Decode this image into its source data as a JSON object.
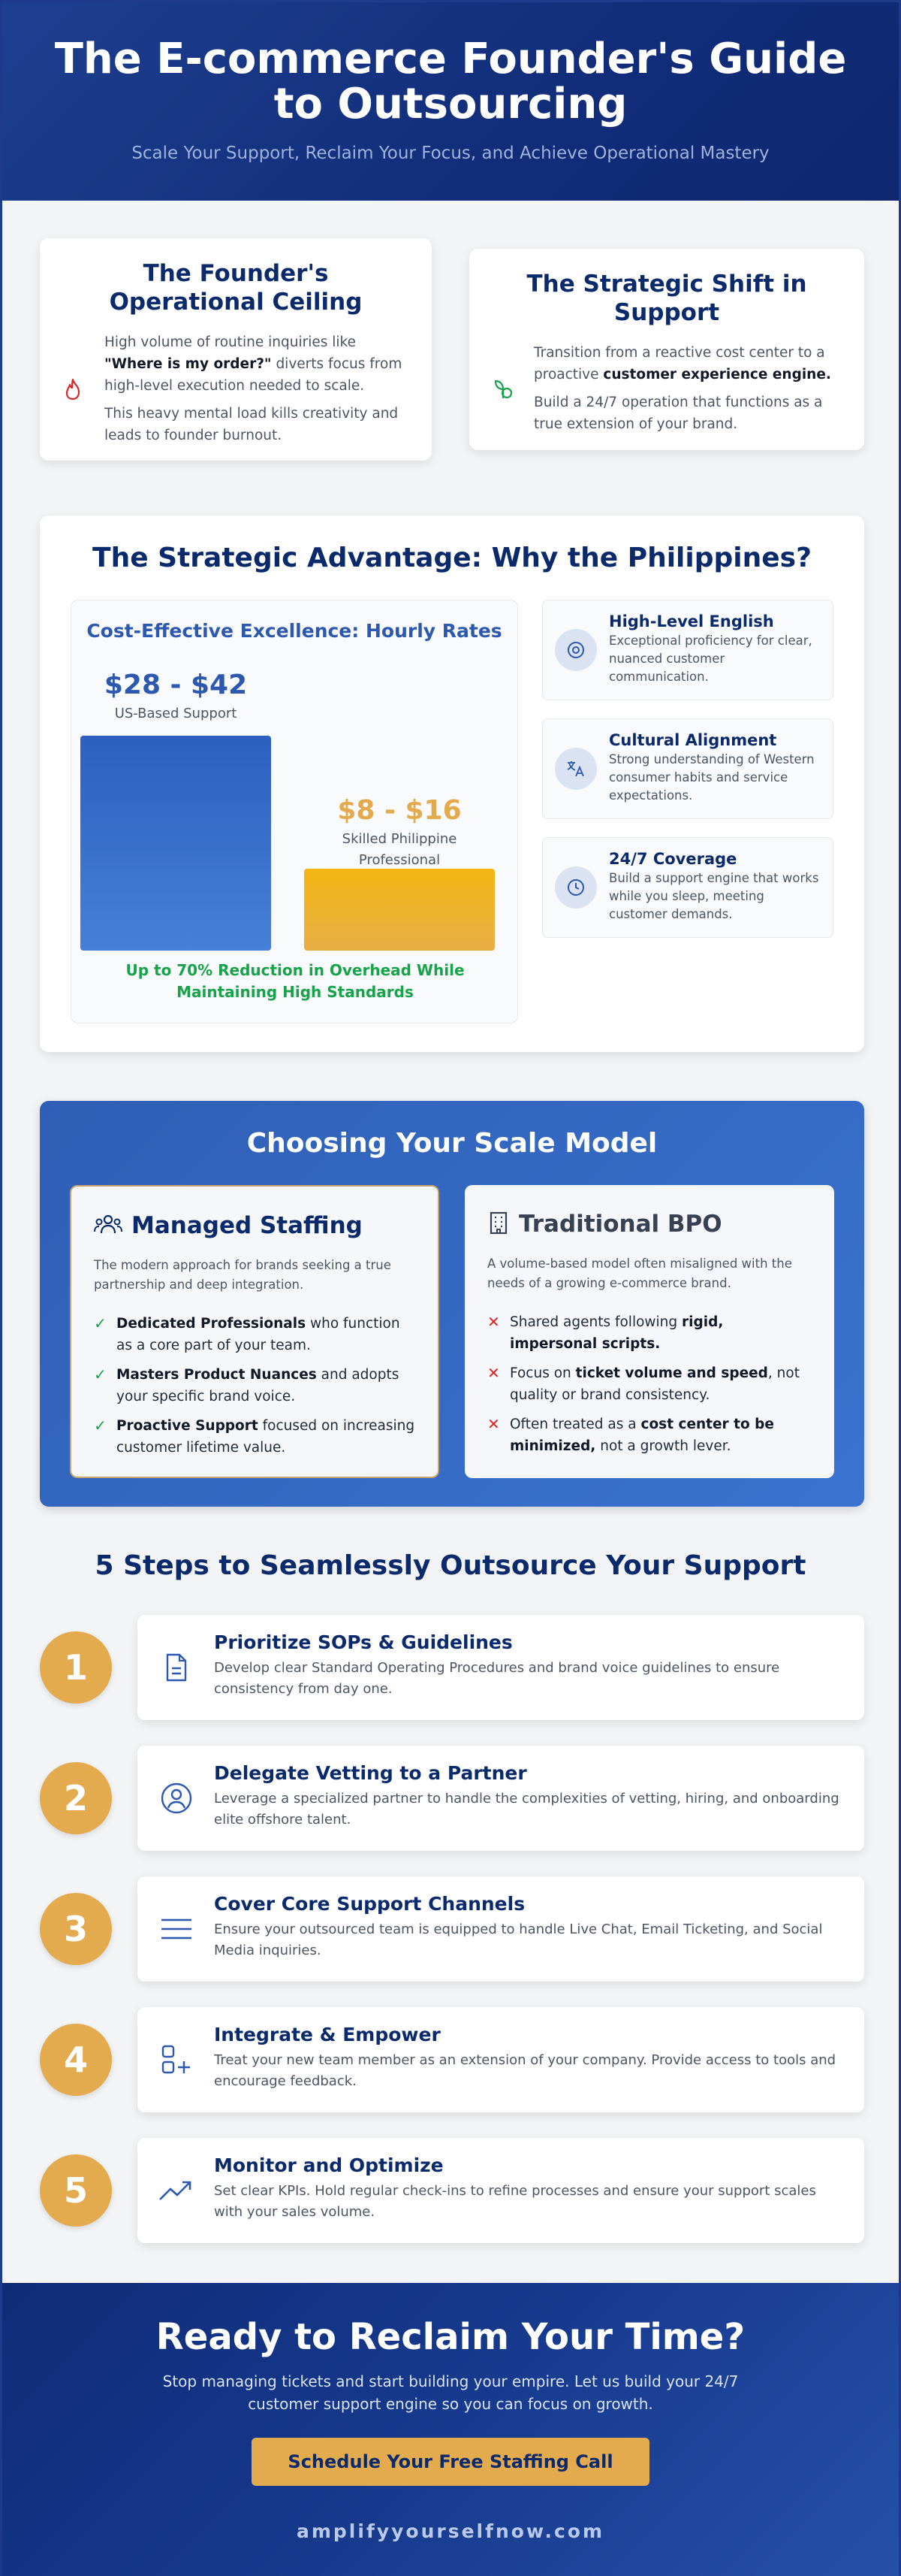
{
  "hero": {
    "title": "The E-commerce Founder's Guide to Outsourcing",
    "subtitle": "Scale Your Support, Reclaim Your Focus, and Achieve Operational Mastery"
  },
  "ceiling": {
    "title": "The Founder's Operational Ceiling",
    "p1_pre": "High volume of routine inquiries like ",
    "p1_bold": "\"Where is my order?\"",
    "p1_post": " diverts focus from high-level execution needed to scale.",
    "p2": "This heavy mental load kills creativity and leads to founder burnout.",
    "icon": "fire-icon",
    "icon_color": "#dc2626"
  },
  "shift": {
    "title": "The Strategic Shift in Support",
    "p1_pre": "Transition from a reactive cost center to a proactive ",
    "p1_bold": "customer experience engine.",
    "p2": "Build a 24/7 operation that functions as a true extension of your brand.",
    "icon": "plant-icon",
    "icon_color": "#16a34a"
  },
  "philippines": {
    "title": "The Strategic Advantage: Why the Philippines?",
    "chart_title": "Cost-Effective Excellence: Hourly Rates",
    "summary": "Up to 70% Reduction in Overhead While Maintaining High Standards",
    "features": [
      {
        "title": "High-Level English",
        "desc": "Exceptional proficiency for clear, nuanced customer communication.",
        "icon": "target-icon"
      },
      {
        "title": "Cultural Alignment",
        "desc": "Strong understanding of Western consumer habits and service expectations.",
        "icon": "translate-icon"
      },
      {
        "title": "24/7 Coverage",
        "desc": "Build a support engine that works while you sleep, meeting customer demands.",
        "icon": "clock-icon"
      }
    ]
  },
  "chart_data": {
    "type": "bar",
    "title": "Cost-Effective Excellence: Hourly Rates",
    "categories": [
      "US-Based Support",
      "Skilled Philippine Professional"
    ],
    "value_labels": [
      "$28 - $42",
      "$8 - $16"
    ],
    "values": [
      42,
      16
    ],
    "colors": [
      "#2f63c6",
      "#f0b323"
    ],
    "ylim": [
      0,
      42
    ]
  },
  "scale": {
    "title": "Choosing Your Scale Model",
    "managed": {
      "title": "Managed Staffing",
      "desc": "The modern approach for brands seeking a true partnership and deep integration.",
      "items": [
        {
          "bold": "Dedicated Professionals",
          "rest": " who function as a core part of your team."
        },
        {
          "bold": "Masters Product Nuances",
          "rest": " and adopts your specific brand voice."
        },
        {
          "bold": "Proactive Support",
          "rest": " focused on increasing customer lifetime value."
        }
      ]
    },
    "bpo": {
      "title": "Traditional BPO",
      "desc": "A volume-based model often misaligned with the needs of a growing e-commerce brand.",
      "items": [
        {
          "pre": "Shared agents following ",
          "bold": "rigid, impersonal scripts.",
          "post": ""
        },
        {
          "pre": "Focus on ",
          "bold": "ticket volume and speed",
          "post": ", not quality or brand consistency."
        },
        {
          "pre": "Often treated as a ",
          "bold": "cost center to be minimized,",
          "post": " not a growth lever."
        }
      ]
    },
    "check_mark": "✓",
    "x_mark": "✕"
  },
  "steps": {
    "title": "5 Steps to Seamlessly Outsource Your Support",
    "items": [
      {
        "num": "1",
        "title": "Prioritize SOPs & Guidelines",
        "desc": "Develop clear Standard Operating Procedures and brand voice guidelines to ensure consistency from day one.",
        "icon": "document-icon"
      },
      {
        "num": "2",
        "title": "Delegate Vetting to a Partner",
        "desc": "Leverage a specialized partner to handle the complexities of vetting, hiring, and onboarding elite offshore talent.",
        "icon": "user-circle-icon"
      },
      {
        "num": "3",
        "title": "Cover Core Support Channels",
        "desc": "Ensure your outsourced team is equipped to handle Live Chat, Email Ticketing, and Social Media inquiries.",
        "icon": "menu-lines-icon"
      },
      {
        "num": "4",
        "title": "Integrate & Empower",
        "desc": "Treat your new team member as an extension of your company. Provide access to tools and encourage feedback.",
        "icon": "add-user-icon"
      },
      {
        "num": "5",
        "title": "Monitor and Optimize",
        "desc": "Set clear KPIs. Hold regular check-ins to refine processes and ensure your support scales with your sales volume.",
        "icon": "trending-up-icon"
      }
    ]
  },
  "footer": {
    "title": "Ready to Reclaim Your Time?",
    "text": "Stop managing tickets and start building your empire. Let us build your 24/7 customer support engine so you can focus on growth.",
    "cta": "Schedule Your Free Staffing Call",
    "site": "amplifyyourselfnow.com"
  },
  "colors": {
    "navy": "#0b2a6b",
    "accent_gold": "#e3ab4e",
    "accent_blue": "#2f63c6",
    "success_green": "#16a34a"
  }
}
